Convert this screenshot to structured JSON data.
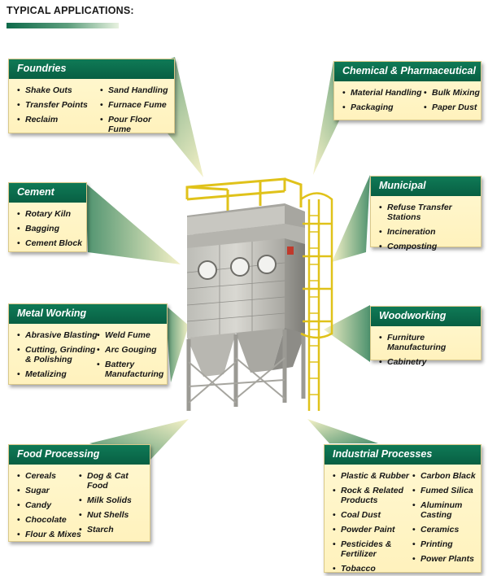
{
  "title": "TYPICAL APPLICATIONS:",
  "colors": {
    "header_green": "#0d6a4a",
    "panel_cream": "#fff3c4",
    "machine_yellow": "#e3c51c"
  },
  "panels": {
    "foundries": {
      "title": "Foundries",
      "col1": [
        "Shake Outs",
        "Transfer Points",
        "Reclaim"
      ],
      "col2": [
        "Sand Handling",
        "Furnace Fume",
        "Pour Floor Fume"
      ]
    },
    "chemical": {
      "title": "Chemical & Pharmaceutical",
      "col1": [
        "Material Handling",
        "Packaging"
      ],
      "col2": [
        "Bulk Mixing",
        "Paper Dust"
      ]
    },
    "cement": {
      "title": "Cement",
      "col1": [
        "Rotary Kiln",
        "Bagging",
        "Cement Block"
      ]
    },
    "municipal": {
      "title": "Municipal",
      "col1": [
        "Refuse Transfer Stations",
        "Incineration",
        "Composting"
      ]
    },
    "metal": {
      "title": "Metal Working",
      "col1": [
        "Abrasive Blasting",
        "Cutting, Grinding & Polishing",
        "Metalizing"
      ],
      "col2": [
        "Weld Fume",
        "Arc Gouging",
        "Battery Manufacturing"
      ]
    },
    "wood": {
      "title": "Woodworking",
      "col1": [
        "Furniture Manufacturing",
        "Cabinetry"
      ]
    },
    "food": {
      "title": "Food Processing",
      "col1": [
        "Cereals",
        "Sugar",
        "Candy",
        "Chocolate",
        "Flour & Mixes"
      ],
      "col2": [
        "Dog & Cat Food",
        "Milk Solids",
        "Nut Shells",
        "Starch"
      ]
    },
    "industrial": {
      "title": "Industrial Processes",
      "col1": [
        "Plastic & Rubber",
        "Rock & Related Products",
        "Coal Dust",
        "Powder Paint",
        "Pesticides & Fertilizer",
        "Tobacco"
      ],
      "col2": [
        "Carbon Black",
        "Fumed Silica",
        "Aluminum Casting",
        "Ceramics",
        "Printing",
        "Power Plants"
      ]
    }
  }
}
